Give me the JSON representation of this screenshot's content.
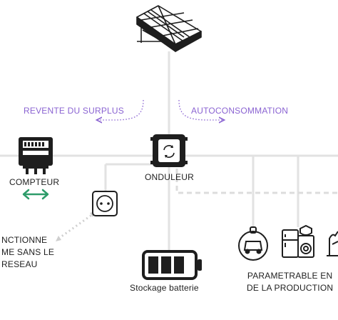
{
  "labels": {
    "revente": "REVENTE DU SURPLUS",
    "autoconsommation": "AUTOCONSOMMATION",
    "compteur": "COMPTEUR",
    "onduleur": "ONDULEUR",
    "fonctionne": "NCTIONNE\nME SANS LE\nRESEAU",
    "stockage": "Stockage batterie",
    "parametrable": "PARAMETRABLE EN\nDE LA PRODUCTION"
  },
  "colors": {
    "line": "#e2e2e2",
    "accent_purple": "#8a63d2",
    "accent_green": "#2e9c6a",
    "icon": "#1e1e1e"
  },
  "icons": [
    "solar-panel-icon",
    "meter-icon",
    "inverter-icon",
    "outlet-icon",
    "battery-icon",
    "ev-charger-icon",
    "appliances-icon",
    "hand-icon"
  ]
}
